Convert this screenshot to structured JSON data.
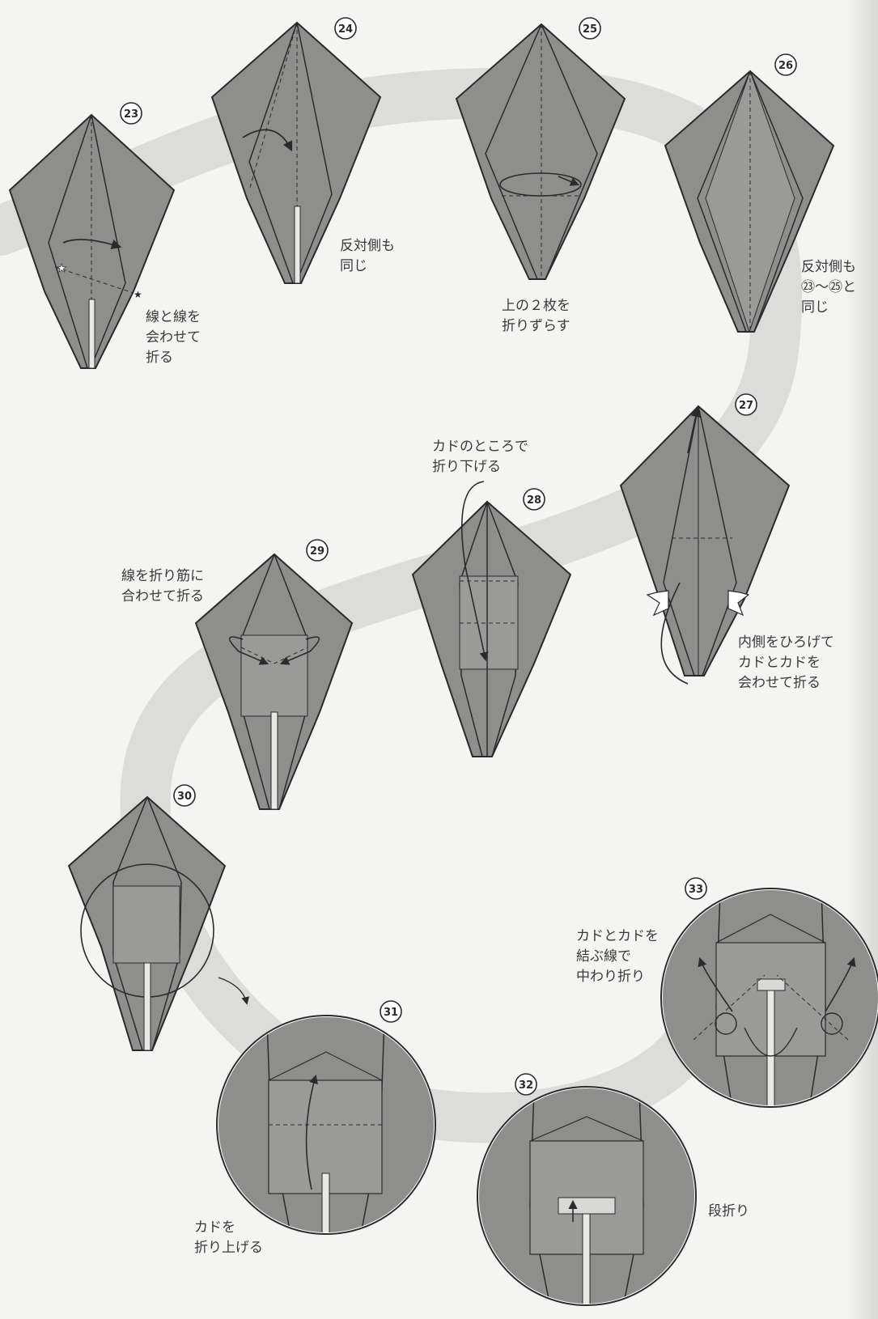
{
  "steps": [
    {
      "number": "23",
      "note": "線と線を\n会わせて\n折る"
    },
    {
      "number": "24",
      "note": "反対側も\n同じ"
    },
    {
      "number": "25",
      "note": "上の２枚を\n折りずらす"
    },
    {
      "number": "26",
      "note": "反対側も\n㉓〜㉕と\n同じ"
    },
    {
      "number": "27",
      "note": "内側をひろげて\nカドとカドを\n会わせて折る"
    },
    {
      "number": "28",
      "note": "カドのところで\n折り下げる"
    },
    {
      "number": "29",
      "note": "線を折り筋に\n合わせて折る"
    },
    {
      "number": "30",
      "note": ""
    },
    {
      "number": "31",
      "note": "カドを\n折り上げる"
    },
    {
      "number": "32",
      "note": "段折り"
    },
    {
      "number": "33",
      "note": "カドとカドを\n結ぶ線で\n中わり折り"
    }
  ],
  "colors": {
    "paper_fill": "#8e8e8c",
    "paper_light": "#a9a9a7",
    "line": "#2b2b2b",
    "background": "#f4f4f2",
    "swirl": "#dadad8"
  }
}
